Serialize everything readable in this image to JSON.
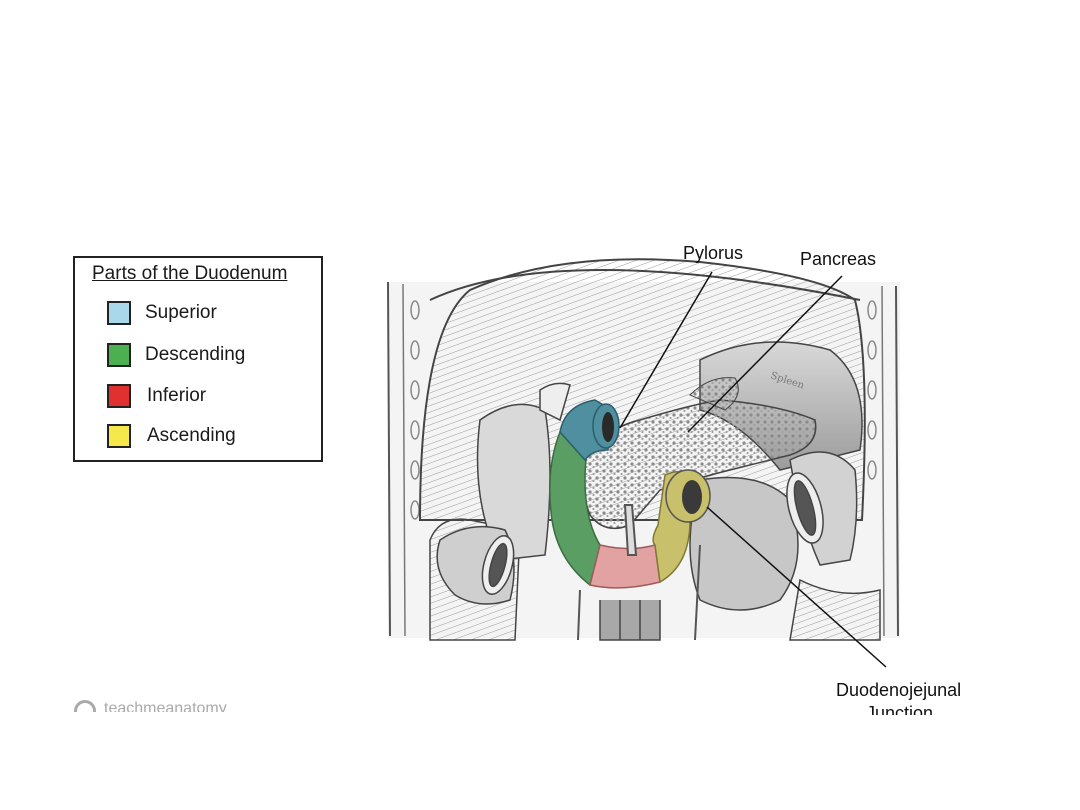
{
  "legend": {
    "title": "Parts of the Duodenum",
    "items": [
      {
        "label": "Superior",
        "color": "#a8d8ea"
      },
      {
        "label": "Descending",
        "color": "#4caf50"
      },
      {
        "label": "Inferior",
        "color": "#e03030"
      },
      {
        "label": "Ascending",
        "color": "#f5e84a"
      }
    ]
  },
  "callouts": {
    "pylorus": "Pylorus",
    "pancreas": "Pancreas",
    "duodenojejunal_line1": "Duodenojejunal",
    "duodenojejunal_line2": "Junction"
  },
  "watermark": "teachmeanatomy"
}
